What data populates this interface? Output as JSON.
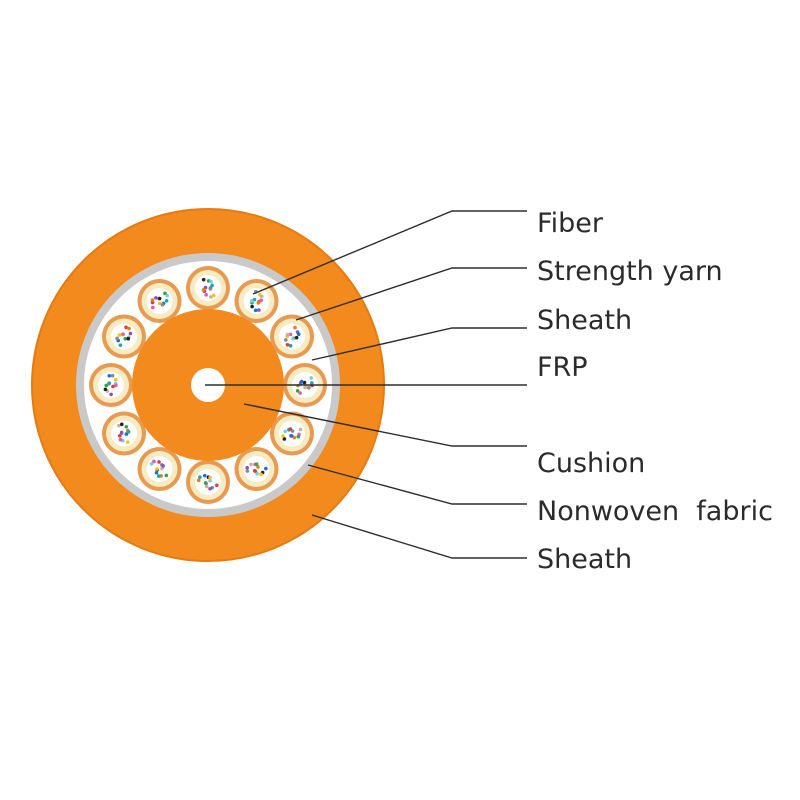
{
  "colors": {
    "outer_sheath": "#f28a1e",
    "sheath_edge": "#e57b12",
    "nonwoven_fabric": "#c9c9c9",
    "strength_yarn_fill": "#ffffff",
    "cushion": "#f28a1e",
    "frp": "#ffffff",
    "unit_sheath": "#e89a50",
    "unit_yarn": "#f6ebc2",
    "unit_core": "#ffffff",
    "leader_line": "#2e2e2e",
    "label_text": "#2b2b2b"
  },
  "fiber_colors": [
    "#1f6fd1",
    "#e23a3a",
    "#2aa84a",
    "#f2c21b",
    "#8a4fc4",
    "#1aa6a6",
    "#e85aa8",
    "#222222",
    "#8a8a8a",
    "#f07a1a",
    "#7ec8e3",
    "#c7b299"
  ],
  "unit_count": 12,
  "labels": {
    "fiber": "Fiber",
    "strength_yarn": "Strength yarn",
    "sheath_unit": "Sheath",
    "frp": "FRP",
    "cushion": "Cushion",
    "nonwoven_fabric": "Nonwoven  fabric",
    "sheath_outer": "Sheath"
  }
}
